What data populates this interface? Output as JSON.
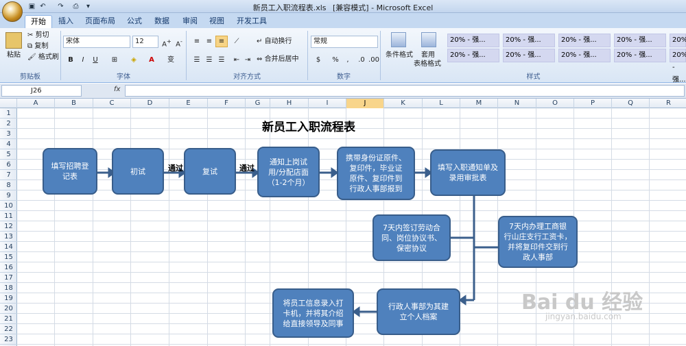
{
  "window": {
    "filename": "新员工入职流程表.xls",
    "mode": "[兼容模式]",
    "app": "Microsoft Excel"
  },
  "tabs": [
    "开始",
    "插入",
    "页面布局",
    "公式",
    "数据",
    "审阅",
    "视图",
    "开发工具"
  ],
  "ribbon": {
    "clipboard": {
      "paste": "粘贴",
      "cut": "剪切",
      "copy": "复制",
      "format_painter": "格式刷",
      "label": "剪贴板"
    },
    "font": {
      "name": "宋体",
      "size": "12",
      "label": "字体"
    },
    "alignment": {
      "wrap": "自动换行",
      "merge": "合并后居中",
      "label": "对齐方式"
    },
    "number": {
      "format": "常规",
      "label": "数字"
    },
    "styles": {
      "conditional": "条件格式",
      "table_line1": "套用",
      "table_line2": "表格格式",
      "label": "样式",
      "cells": [
        "20% - 强...",
        "20% - 强...",
        "20% - 强...",
        "20% - 强...",
        "20% - 强...",
        "20% - 强...",
        "20% - 强...",
        "20% - 强...",
        "20% - 强...",
        "20%"
      ]
    }
  },
  "formula_bar": {
    "name_box": "J26",
    "fx": "fx",
    "value": ""
  },
  "columns": [
    "A",
    "B",
    "C",
    "D",
    "E",
    "F",
    "G",
    "H",
    "I",
    "J",
    "K",
    "L",
    "M",
    "N",
    "O",
    "P",
    "Q",
    "R"
  ],
  "selected_column": "J",
  "rows": [
    "1",
    "2",
    "3",
    "4",
    "5",
    "6",
    "7",
    "8",
    "9",
    "10",
    "11",
    "12",
    "13",
    "14",
    "15",
    "16",
    "17",
    "18",
    "19",
    "20",
    "21",
    "22",
    "23"
  ],
  "sheet": {
    "title": "新员工入职流程表",
    "pass_label": "通过",
    "nodes": {
      "n1": [
        "填写招聘登",
        "记表"
      ],
      "n2": [
        "初试"
      ],
      "n3": [
        "复试"
      ],
      "n4": [
        "通知上岗试",
        "用/分配店面",
        "（1-2个月）"
      ],
      "n5": [
        "携带身份证原件、",
        "复印件，毕业证",
        "原件、复印件到",
        "行政人事部报到"
      ],
      "n6": [
        "填写入职通知单及",
        "录用审批表"
      ],
      "n7": [
        "7天内签订劳动合",
        "同、岗位协议书、",
        "保密协议"
      ],
      "n8": [
        "7天内办理工商银",
        "行山庄支行工资卡，",
        "并将复印件交到行",
        "政人事部"
      ],
      "n9": [
        "行政人事部为其建",
        "立个人档案"
      ],
      "n10": [
        "将员工信息录入打",
        "卡机，并将其介绍",
        "给直接领导及同事"
      ]
    }
  },
  "watermark": {
    "brand": "Bai du 经验",
    "url": "jingyan.baidu.com"
  },
  "colors": {
    "node_fill": "#4f81bd",
    "node_border": "#385d8a",
    "connector": "#3b5f8c"
  }
}
